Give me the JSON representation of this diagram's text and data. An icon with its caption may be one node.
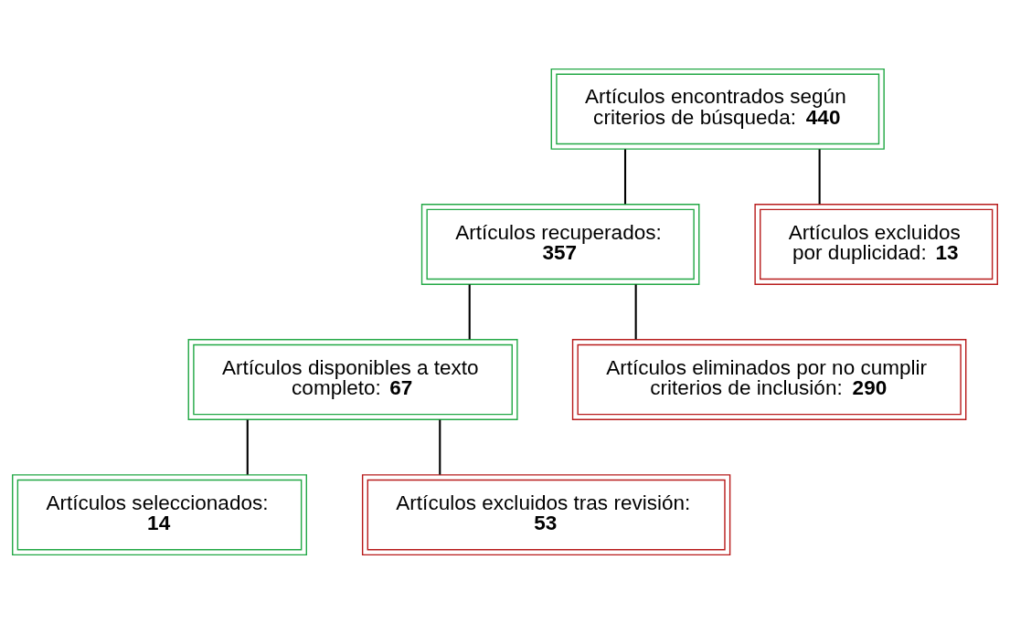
{
  "diagram": {
    "nodes": [
      {
        "text": [
          "Artículos encontrados según criterios de búsqueda: **440**"
        ]
      },
      {
        "text": [
          "Artículos recuperados: **357**"
        ]
      },
      {
        "text": [
          "Artículos excluidos por duplicidad: **13**"
        ]
      },
      {
        "text": [
          "Artículos disponibles a texto completo: **67**"
        ]
      },
      {
        "text": [
          "Artículos eliminados por no cumplir criterios de inclusión: **290**"
        ]
      },
      {
        "text": [
          "Artículos seleccionados: **14**"
        ]
      },
      {
        "text": [
          "Artículos excluidos tras revisión: **53**"
        ]
      }
    ],
    "edges": [
      {
        "from": 0,
        "to": 1,
        "arrow": "none"
      },
      {
        "from": 0,
        "to": 2,
        "arrow": "none"
      },
      {
        "from": 1,
        "to": 3,
        "arrow": "none"
      },
      {
        "from": 1,
        "to": 4,
        "arrow": "none"
      },
      {
        "from": 3,
        "to": 5,
        "arrow": "none"
      },
      {
        "from": 3,
        "to": 6,
        "arrow": "none"
      }
    ]
  }
}
